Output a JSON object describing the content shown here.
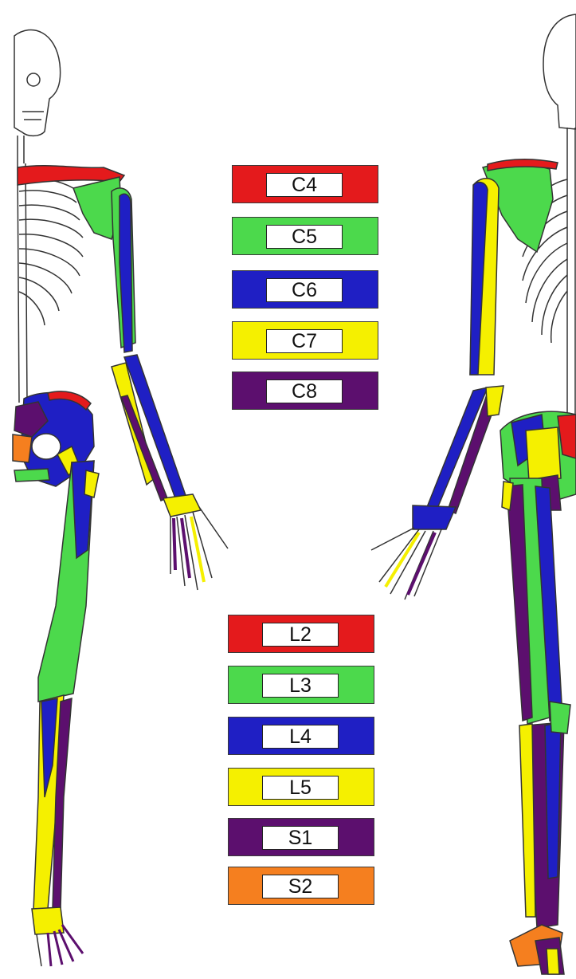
{
  "colors": {
    "red": "#e41a1c",
    "green": "#4cd94c",
    "blue": "#1f1fc4",
    "yellow": "#f5f000",
    "purple": "#5c0f6e",
    "orange": "#f57f1f",
    "bone_outline": "#333333"
  },
  "cervical_legend": [
    {
      "label": "C4",
      "color": "#e41a1c"
    },
    {
      "label": "C5",
      "color": "#4cd94c"
    },
    {
      "label": "C6",
      "color": "#1f1fc4"
    },
    {
      "label": "C7",
      "color": "#f5f000"
    },
    {
      "label": "C8",
      "color": "#5c0f6e"
    }
  ],
  "lumbosacral_legend": [
    {
      "label": "L2",
      "color": "#e41a1c"
    },
    {
      "label": "L3",
      "color": "#4cd94c"
    },
    {
      "label": "L4",
      "color": "#1f1fc4"
    },
    {
      "label": "L5",
      "color": "#f5f000"
    },
    {
      "label": "S1",
      "color": "#5c0f6e"
    },
    {
      "label": "S2",
      "color": "#f57f1f"
    }
  ]
}
